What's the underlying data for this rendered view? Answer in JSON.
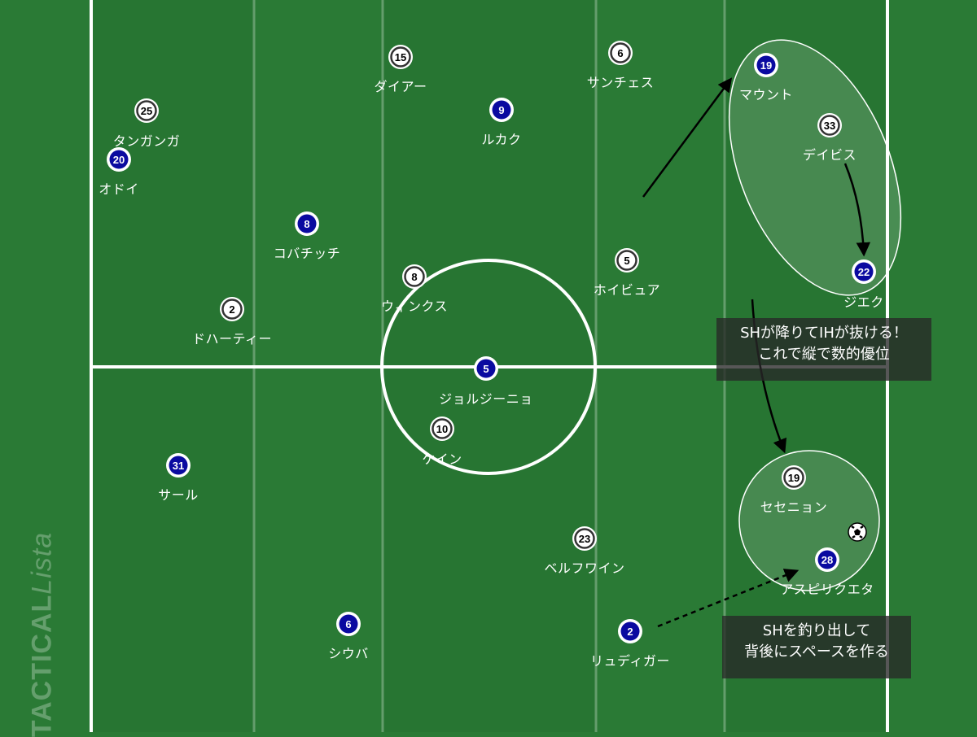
{
  "watermark": {
    "part1": "TACTICAL",
    "part2": "ista"
  },
  "colors": {
    "pitch": "#2a7a35",
    "stripe": "#247030",
    "line": "#ffffff",
    "blue_team": "#0a0aa0",
    "white_team": "#ffffff"
  },
  "players": [
    {
      "id": "p25",
      "num": "25",
      "name": "タンガンガ",
      "team": "white"
    },
    {
      "id": "p20",
      "num": "20",
      "name": "オドイ",
      "team": "blue"
    },
    {
      "id": "p15",
      "num": "15",
      "name": "ダイアー",
      "team": "white"
    },
    {
      "id": "p9",
      "num": "9",
      "name": "ルカク",
      "team": "blue"
    },
    {
      "id": "p6a",
      "num": "6",
      "name": "サンチェス",
      "team": "white"
    },
    {
      "id": "p19a",
      "num": "19",
      "name": "マウント",
      "team": "blue"
    },
    {
      "id": "p33",
      "num": "33",
      "name": "デイビス",
      "team": "white"
    },
    {
      "id": "p8a",
      "num": "8",
      "name": "コバチッチ",
      "team": "blue"
    },
    {
      "id": "p8b",
      "num": "8",
      "name": "ウィンクス",
      "team": "white"
    },
    {
      "id": "p5a",
      "num": "5",
      "name": "ホイビュア",
      "team": "white"
    },
    {
      "id": "p22",
      "num": "22",
      "name": "ジエク",
      "team": "blue"
    },
    {
      "id": "p2a",
      "num": "2",
      "name": "ドハーティー",
      "team": "white"
    },
    {
      "id": "p5b",
      "num": "5",
      "name": "ジョルジーニョ",
      "team": "blue"
    },
    {
      "id": "p10",
      "num": "10",
      "name": "ケイン",
      "team": "white"
    },
    {
      "id": "p31",
      "num": "31",
      "name": "サール",
      "team": "blue"
    },
    {
      "id": "p19b",
      "num": "19",
      "name": "セセニョン",
      "team": "white"
    },
    {
      "id": "p23",
      "num": "23",
      "name": "ベルフワイン",
      "team": "white"
    },
    {
      "id": "p28",
      "num": "28",
      "name": "アスピリクエタ",
      "team": "blue"
    },
    {
      "id": "p6b",
      "num": "6",
      "name": "シウバ",
      "team": "blue"
    },
    {
      "id": "p2b",
      "num": "2",
      "name": "リュディガー",
      "team": "blue"
    }
  ],
  "notes": {
    "top": {
      "line1": "SHが降りてIHが抜ける！",
      "line2": "これで縦で数的優位"
    },
    "bottom": {
      "line1": "SHを釣り出して",
      "line2": "背後にスペースを作る"
    }
  }
}
